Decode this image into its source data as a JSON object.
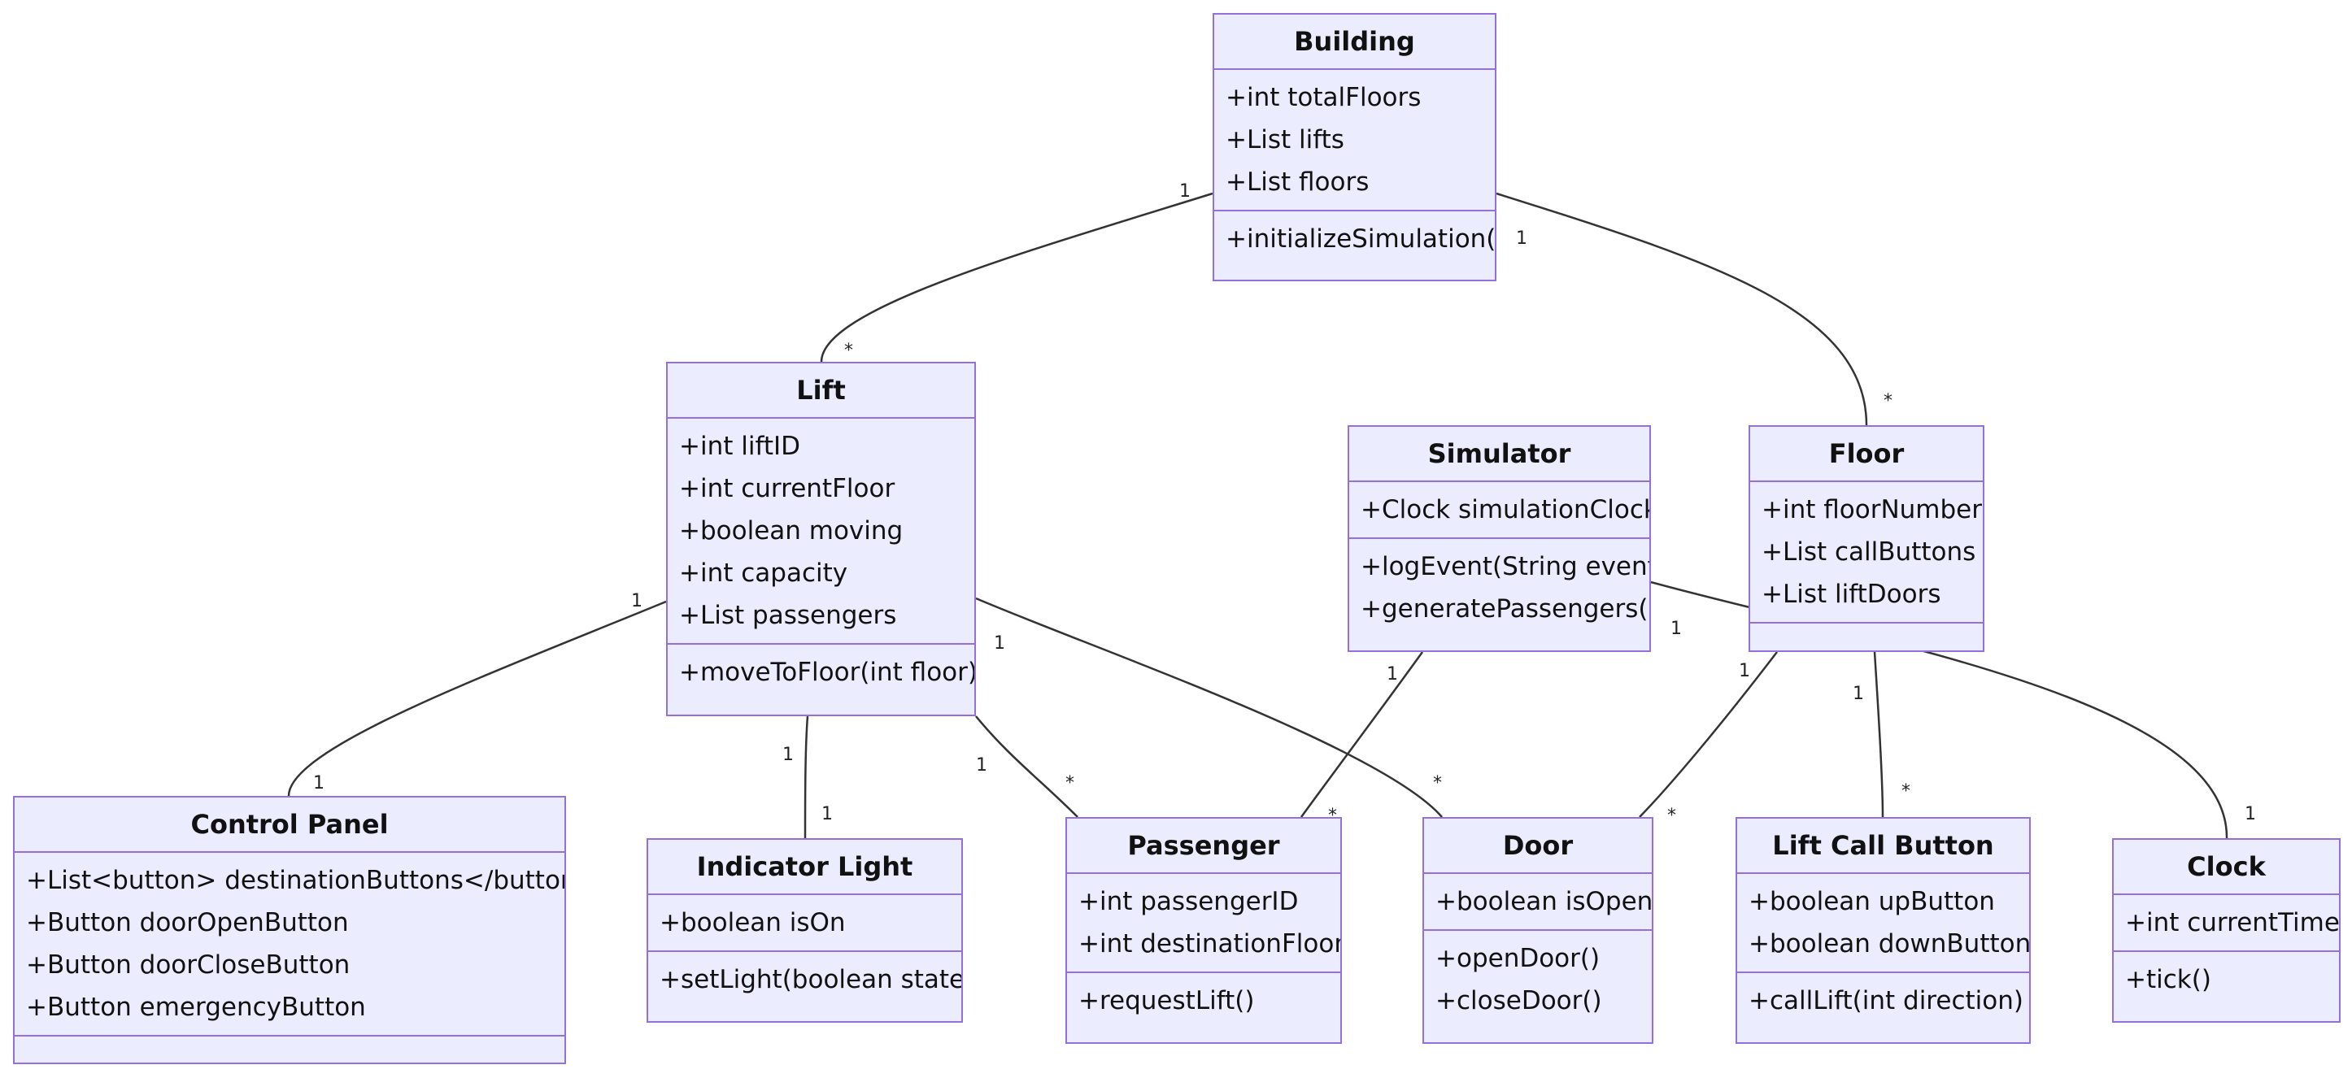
{
  "classes": {
    "building": {
      "name": "Building",
      "attributes": [
        "+int totalFloors",
        "+List lifts",
        "+List floors"
      ],
      "methods": [
        "+initializeSimulation()"
      ]
    },
    "lift": {
      "name": "Lift",
      "attributes": [
        "+int liftID",
        "+int currentFloor",
        "+boolean moving",
        "+int capacity",
        "+List passengers"
      ],
      "methods": [
        "+moveToFloor(int floor)"
      ]
    },
    "simulator": {
      "name": "Simulator",
      "attributes": [
        "+Clock simulationClock"
      ],
      "methods": [
        "+logEvent(String event)",
        "+generatePassengers()"
      ]
    },
    "floor": {
      "name": "Floor",
      "attributes": [
        "+int floorNumber",
        "+List callButtons",
        "+List liftDoors"
      ],
      "methods": []
    },
    "control_panel": {
      "name": "Control Panel",
      "attributes": [
        "+List<button> destinationButtons</button>",
        "+Button doorOpenButton",
        "+Button doorCloseButton",
        "+Button emergencyButton"
      ],
      "methods": []
    },
    "indicator_light": {
      "name": "Indicator Light",
      "attributes": [
        "+boolean isOn"
      ],
      "methods": [
        "+setLight(boolean state)"
      ]
    },
    "passenger": {
      "name": "Passenger",
      "attributes": [
        "+int passengerID",
        "+int destinationFloor"
      ],
      "methods": [
        "+requestLift()"
      ]
    },
    "door": {
      "name": "Door",
      "attributes": [
        "+boolean isOpen"
      ],
      "methods": [
        "+openDoor()",
        "+closeDoor()"
      ]
    },
    "lift_call_button": {
      "name": "Lift Call Button",
      "attributes": [
        "+boolean upButton",
        "+boolean downButton"
      ],
      "methods": [
        "+callLift(int direction)"
      ]
    },
    "clock": {
      "name": "Clock",
      "attributes": [
        "+int currentTime"
      ],
      "methods": [
        "+tick()"
      ]
    }
  },
  "relationships": [
    {
      "from": "Building",
      "to": "Lift",
      "from_mult": "1",
      "to_mult": "*"
    },
    {
      "from": "Building",
      "to": "Floor",
      "from_mult": "1",
      "to_mult": "*"
    },
    {
      "from": "Lift",
      "to": "Control Panel",
      "from_mult": "1",
      "to_mult": "1"
    },
    {
      "from": "Lift",
      "to": "Indicator Light",
      "from_mult": "1",
      "to_mult": "1"
    },
    {
      "from": "Lift",
      "to": "Passenger",
      "from_mult": "1",
      "to_mult": "*"
    },
    {
      "from": "Lift",
      "to": "Door",
      "from_mult": "1",
      "to_mult": "*"
    },
    {
      "from": "Floor",
      "to": "Door",
      "from_mult": "1",
      "to_mult": "*"
    },
    {
      "from": "Floor",
      "to": "Lift Call Button",
      "from_mult": "1",
      "to_mult": "*"
    },
    {
      "from": "Simulator",
      "to": "Passenger",
      "from_mult": "1",
      "to_mult": "*"
    },
    {
      "from": "Simulator",
      "to": "Clock",
      "from_mult": "1",
      "to_mult": "1"
    }
  ],
  "colors": {
    "box_fill": "#ECECFF",
    "box_border": "#9370DB",
    "line": "#333333"
  }
}
